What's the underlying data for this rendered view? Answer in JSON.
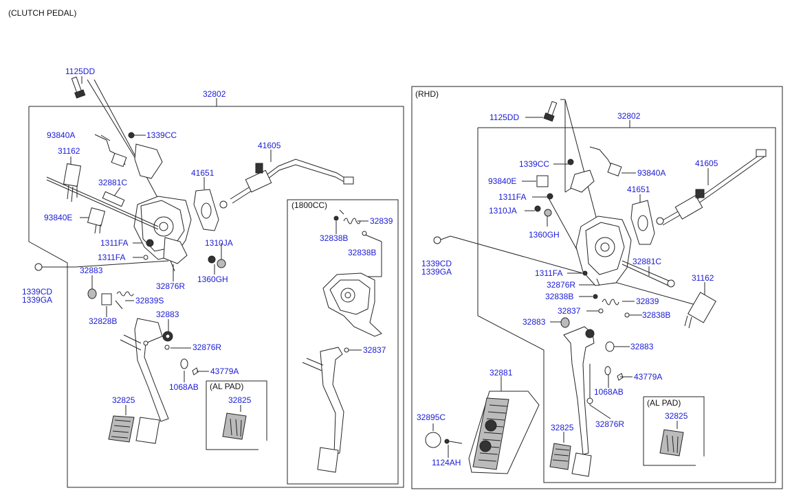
{
  "title": "(CLUTCH PEDAL)",
  "sections": {
    "rhd": "(RHD)",
    "cc1800": "(1800CC)",
    "alpad_left": "(AL PAD)",
    "alpad_right": "(AL PAD)"
  },
  "left_labels": {
    "l1125DD": "1125DD",
    "l32802": "32802",
    "l93840A": "93840A",
    "l1339CC": "1339CC",
    "l31162": "31162",
    "l41605": "41605",
    "l41651": "41651",
    "l32881C": "32881C",
    "l93840E": "93840E",
    "l1311FA_a": "1311FA",
    "l1311FA_b": "1311FA",
    "l1310JA": "1310JA",
    "l1360GH": "1360GH",
    "l1339CD": "1339CD",
    "l1339GA": "1339GA",
    "l32876R_a": "32876R",
    "l32883_a": "32883",
    "l32839S": "32839S",
    "l32828B": "32828B",
    "l32883_b": "32883",
    "l32876R_b": "32876R",
    "l43779A": "43779A",
    "l1068AB": "1068AB",
    "l32825": "32825",
    "l32825_pad": "32825"
  },
  "mid_labels": {
    "l32839": "32839",
    "l32838B_a": "32838B",
    "l32838B_b": "32838B",
    "l32837": "32837"
  },
  "right_labels": {
    "l1125DD": "1125DD",
    "l32802": "32802",
    "l1339CC": "1339CC",
    "l93840A": "93840A",
    "l41605": "41605",
    "l93840E": "93840E",
    "l1311FA_a": "1311FA",
    "l41651": "41651",
    "l1310JA": "1310JA",
    "l1360GH": "1360GH",
    "l1339CD": "1339CD",
    "l1339GA": "1339GA",
    "l32881C": "32881C",
    "l1311FA_b": "1311FA",
    "l31162": "31162",
    "l32876R_a": "32876R",
    "l32838B_a": "32838B",
    "l32839": "32839",
    "l32837": "32837",
    "l32838B_b": "32838B",
    "l32883_a": "32883",
    "l32883_b": "32883",
    "l32881": "32881",
    "l43779A": "43779A",
    "l32895C": "32895C",
    "l1068AB": "1068AB",
    "l32825": "32825",
    "l32876R_b": "32876R",
    "l32825_pad": "32825",
    "l1124AH": "1124AH"
  }
}
